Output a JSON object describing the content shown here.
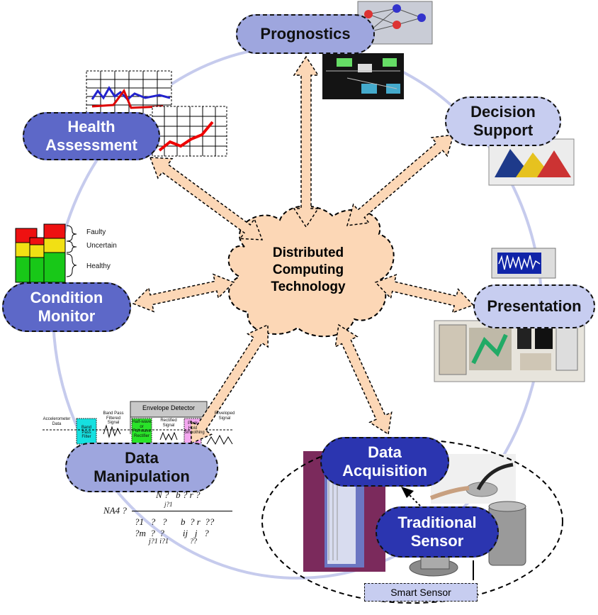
{
  "center": {
    "label": "Distributed\nComputing\nTechnology"
  },
  "nodes": {
    "prognostics": "Prognostics",
    "decision_support": "Decision\nSupport",
    "health_assessment": "Health\nAssessment",
    "condition_monitor": "Condition\nMonitor",
    "presentation": "Presentation",
    "data_manipulation": "Data\nManipulation",
    "data_acquisition": "Data\nAcquisition",
    "traditional_sensor": "Traditional\nSensor",
    "smart_sensor": "Smart Sensor"
  },
  "condition_legend": {
    "faulty": "Faulty",
    "uncertain": "Uncertain",
    "healthy": "Healthy"
  },
  "signal_chain": {
    "envelope_detector": "Envelope Detector",
    "accelerometer_data": "Accelerometer\nData",
    "band_pass_filtered": "Band Pass\nFiltered\nSignal",
    "band_pass_filter": "Band Pass\nFilter",
    "halfwave": "Half-wave\nor\nFull-wave\nRectifier",
    "rectified_signal": "Rectified\nSignal",
    "peak_hold": "Peak\nHold\nSmoothing",
    "enveloped_signal": "Enveloped\nSignal"
  },
  "formula": {
    "lhs": "NA4 ?",
    "numerator": "N ?   b ? r ?",
    "numerator_sub": "j?1",
    "denominator": "?1   ?   ?      b  ? r  ??",
    "denominator2": "?m  ?  ?        ij   j   ?",
    "denominator3": "        j?1 i?1            ??"
  },
  "colors": {
    "node_dark": "#5d68c8",
    "node_light": "#c7cdf0",
    "node_deep": "#2b35b0",
    "arrow_fill": "#fcd7b6",
    "cloud_fill": "#fcd7b6",
    "ring": "#c6cbed"
  }
}
